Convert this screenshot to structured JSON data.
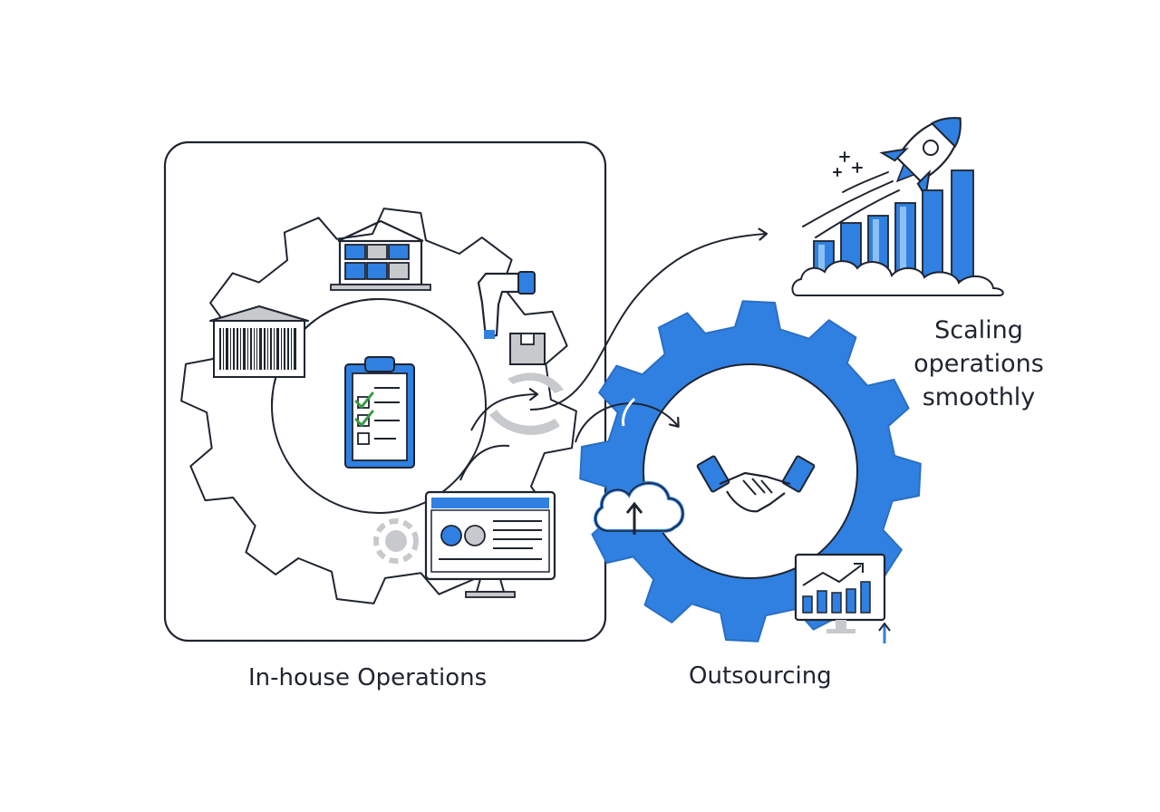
{
  "labels": {
    "inhouse": "In-house Operations",
    "outsourcing": "Outsourcing",
    "scaling": [
      "Scaling",
      "operations",
      "smoothly"
    ]
  },
  "colors": {
    "accent": "#2f80e0",
    "accent_light": "#8cc0f4",
    "ink": "#1f2430",
    "grey": "#c7c9cc"
  },
  "icons": [
    "warehouse-icon",
    "barcode-scanner-icon",
    "package-box-icon",
    "barcode-storefront-icon",
    "checklist-clipboard-icon",
    "computer-monitor-icon",
    "handshake-icon",
    "cloud-upload-icon",
    "growth-chart-monitor-icon",
    "rocket-icon",
    "bar-chart-icon",
    "cloud-icon",
    "sparkle-icon"
  ]
}
